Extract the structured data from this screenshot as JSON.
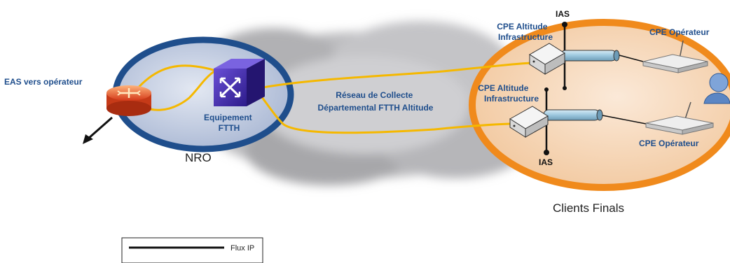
{
  "colors": {
    "fiber": "#f5b800",
    "nro_ring": "#1f4e8c",
    "nro_fill": "#c9d3e6",
    "client_ring": "#f08a1c",
    "client_fill": "#f6d6b3",
    "label_blue": "#1f4e8c",
    "cloud": "#a9a9ab"
  },
  "icons": [
    "router-icon",
    "ftth-switch-icon",
    "cpe-altitude-icon",
    "cpe-operator-icon",
    "user-icon",
    "splitter-icon",
    "arrow-icon"
  ],
  "labels": {
    "eas": "EAS vers opérateur",
    "equipement_line1": "Equipement",
    "equipement_line2": "FTTH",
    "nro": "NRO",
    "reseau_line1": "Réseau de Collecte",
    "reseau_line2": "Départemental FTTH Altitude",
    "ias_top": "IAS",
    "ias_bottom": "IAS",
    "cpe_alt_top_line1": "CPE Altitude",
    "cpe_alt_top_line2": "Infrastructure",
    "cpe_alt_bottom_line1": "CPE Altitude",
    "cpe_alt_bottom_line2": "Infrastructure",
    "cpe_op_top": "CPE Opérateur",
    "cpe_op_bottom": "CPE Opérateur",
    "clients": "Clients Finals"
  },
  "legend": {
    "flux": "Flux IP"
  }
}
